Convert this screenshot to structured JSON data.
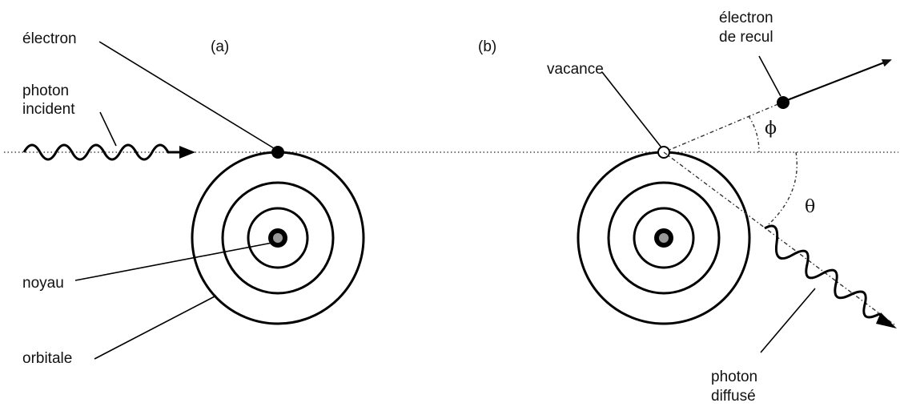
{
  "panel_a": {
    "tag": "(a)",
    "labels": {
      "electron": "électron",
      "photon_incident_1": "photon",
      "photon_incident_2": "incident",
      "noyau": "noyau",
      "orbitale": "orbitale"
    }
  },
  "panel_b": {
    "tag": "(b)",
    "labels": {
      "vacance": "vacance",
      "electron_recul_1": "électron",
      "electron_recul_2": "de recul",
      "photon_diffuse_1": "photon",
      "photon_diffuse_2": "diffusé"
    },
    "angles": {
      "phi": "ϕ",
      "theta": "θ"
    }
  }
}
